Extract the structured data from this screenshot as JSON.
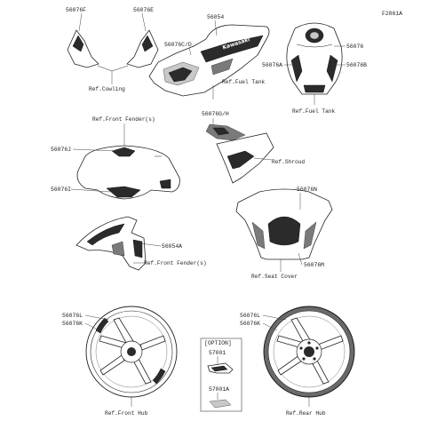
{
  "figure_code": "F2861A",
  "part_numbers": {
    "p56076F": "56076F",
    "p56076E": "56076E",
    "p56054": "56054",
    "p56076CD": "56076C/D",
    "p56076": "56076",
    "p56076A": "56076A",
    "p56076B": "56076B",
    "p56076GH": "56076G/H",
    "p56076J": "56076J",
    "p56076I": "56076I",
    "p56076N": "56076N",
    "p56076M": "56076M",
    "p56054A": "56054A",
    "p56076L_front": "56076L",
    "p56076K_front": "56076K",
    "p56076L_rear": "56076L",
    "p56076K_rear": "56076K",
    "p57001": "57001",
    "p57001A": "57001A"
  },
  "references": {
    "cowling": "Ref.Cowling",
    "fuel_tank_side": "Ref.Fuel Tank",
    "fuel_tank_top": "Ref.Fuel Tank",
    "front_fenders_top": "Ref.Front Fender(s)",
    "shroud": "Ref.Shroud",
    "front_fenders_side": "Ref.Front Fender(s)",
    "seat_cover": "Ref.Seat Cover",
    "front_hub": "Ref.Front Hub",
    "rear_hub": "Ref.Rear Hub"
  },
  "option_box": {
    "title": "[OPTION]"
  },
  "brand_decal_text": "Kawasaki",
  "colors": {
    "ink": "#222222",
    "dark_fill": "#2b2b2b",
    "mid_fill": "#7a7a7a",
    "light_fill": "#c8c8c8"
  }
}
